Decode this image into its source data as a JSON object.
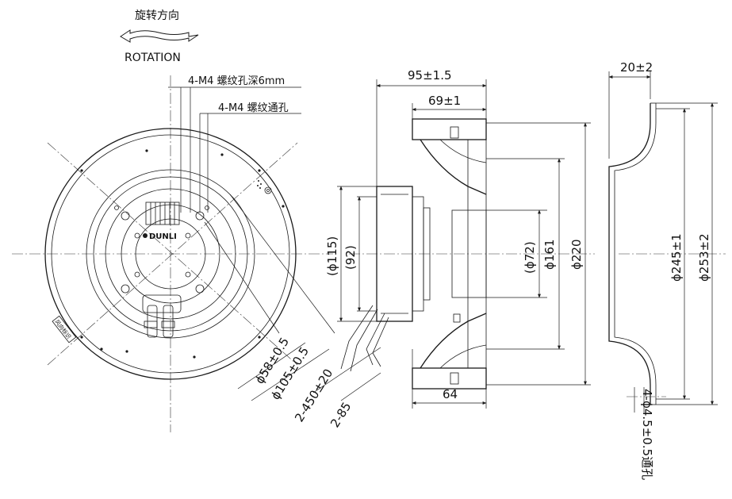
{
  "rotation": {
    "label_cn": "旋转方向",
    "label_en": "ROTATION"
  },
  "front_view": {
    "brand": "DUNLI",
    "callouts": {
      "threaded_blind": "4-M4 螺纹孔深6mm",
      "threaded_through": "4-M4 螺纹通孔"
    },
    "dimensions": {
      "circle_58": "ϕ58±0.5",
      "circle_105": "ϕ105±0.5",
      "cable_length": "2-450±20",
      "cable_strip": "2-85"
    },
    "side_tag": "风向标识"
  },
  "side_view": {
    "dimensions": {
      "overall_width": "95±1.5",
      "rotor_width": "69±1",
      "motor_height": "64",
      "d115": "(ϕ115)",
      "d92": "(92)",
      "d72": "(ϕ72)",
      "d161": "ϕ161",
      "d220": "ϕ220"
    }
  },
  "flange_view": {
    "dimensions": {
      "width": "20±2",
      "d245": "ϕ245±1",
      "d253": "ϕ253±2",
      "holes": "4-ϕ4.5±0.5通孔"
    }
  }
}
